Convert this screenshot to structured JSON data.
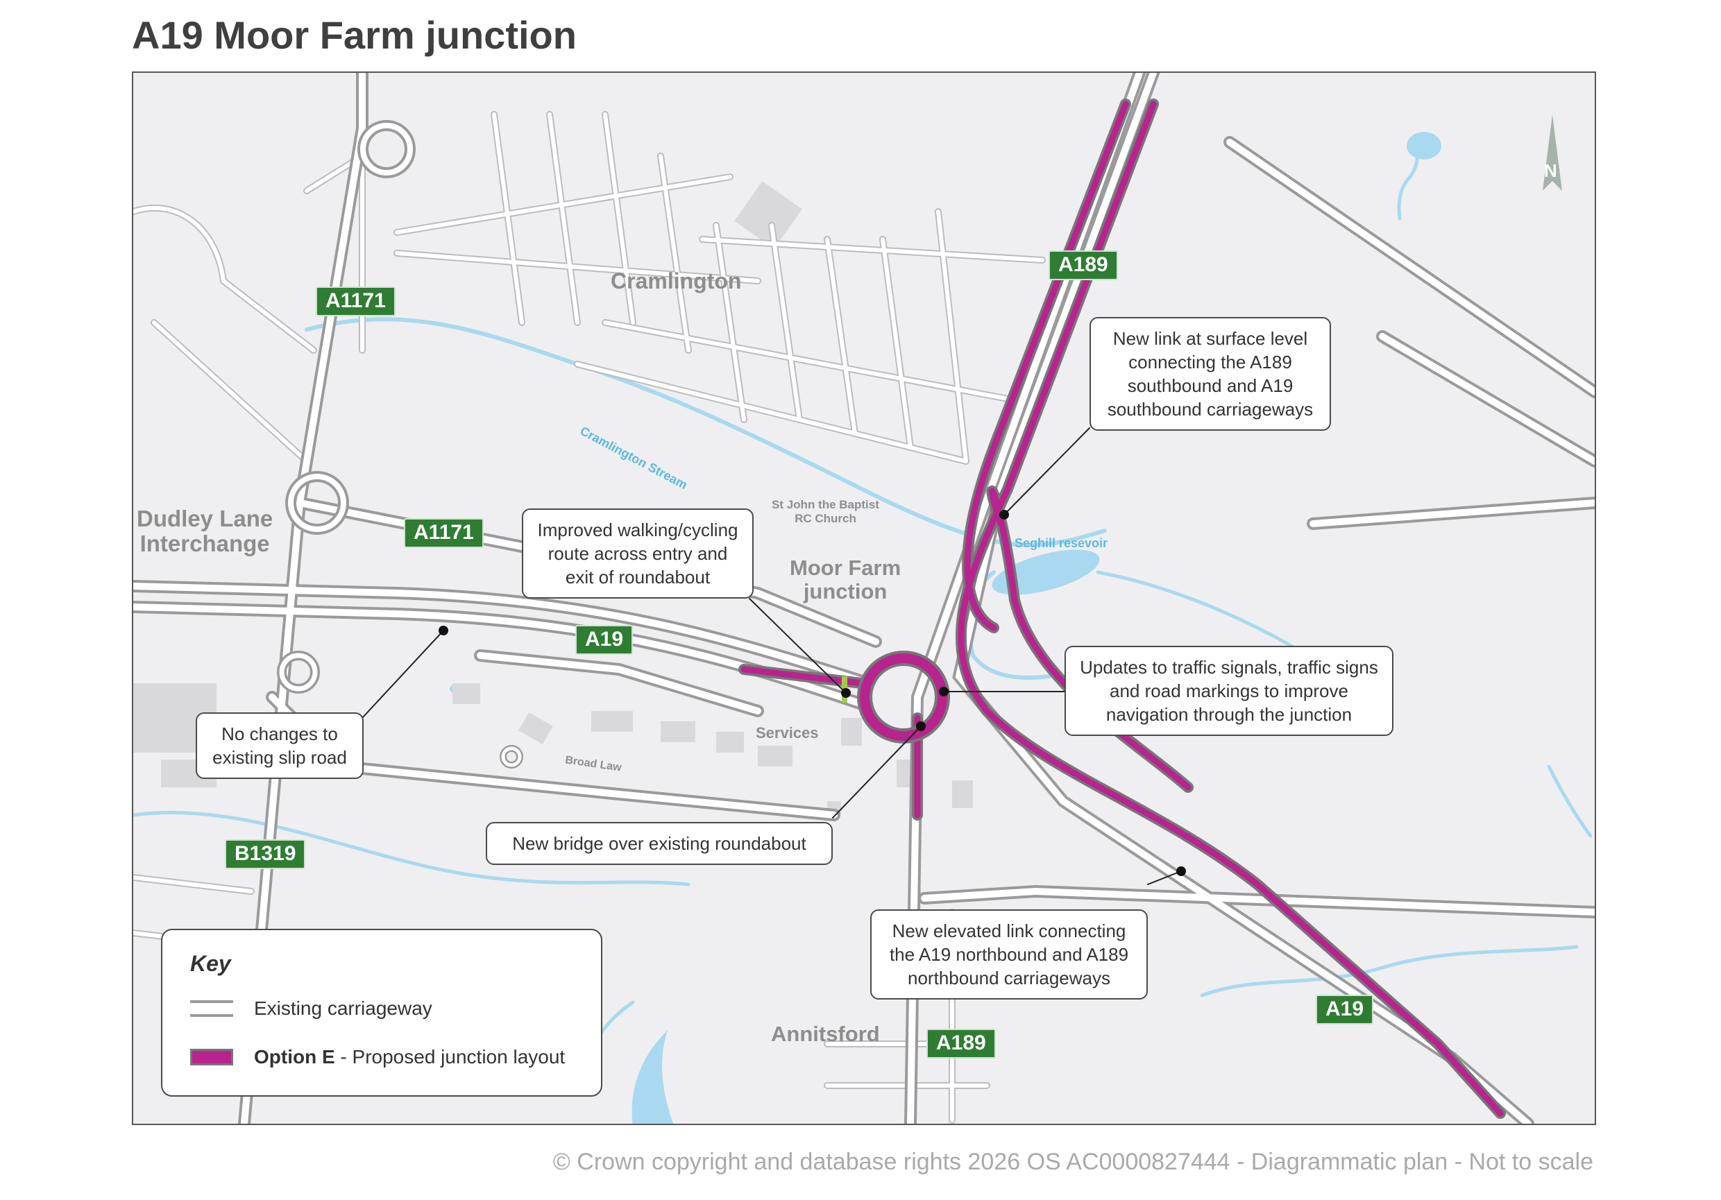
{
  "title": "A19 Moor Farm junction",
  "places": {
    "cramlington": "Cramlington",
    "dudley_lane_line1": "Dudley Lane",
    "dudley_lane_line2": "Interchange",
    "moor_farm_line1": "Moor Farm",
    "moor_farm_line2": "junction",
    "services": "Services",
    "broad_law": "Broad Law",
    "annitsford": "Annitsford",
    "church_line1": "St John the Baptist",
    "church_line2": "RC Church"
  },
  "water": {
    "stream": "Cramlington Stream",
    "reservoir": "Seghill resevoir"
  },
  "road_labels": {
    "a1171_north": "A1171",
    "a1171_east": "A1171",
    "a19_west": "A19",
    "a19_south": "A19",
    "a189_north": "A189",
    "a189_south": "A189",
    "b1319": "B1319"
  },
  "callouts": {
    "new_link_surface": "New link at surface level connecting the A189 southbound and A19 southbound carriageways",
    "walking_cycling": "Improved walking/cycling route across entry and exit of roundabout",
    "traffic_signals": "Updates to traffic signals, traffic signs and road markings to improve navigation through the junction",
    "slip_road": "No changes to existing slip road",
    "new_bridge": "New bridge over existing roundabout",
    "elevated_link": "New elevated link connecting the A19 northbound and A189 northbound carriageways"
  },
  "key": {
    "title": "Key",
    "existing": "Existing carriageway",
    "proposed_bold": "Option E",
    "proposed_rest": " - Proposed junction layout"
  },
  "north_label": "N",
  "footer": "© Crown copyright and database rights 2026 OS AC0000827444 - Diagrammatic plan - Not to scale",
  "colors": {
    "proposed": "#b8238f",
    "shield": "#2e7d32",
    "water": "#a9d9f0",
    "map_background": "#efeff1"
  }
}
